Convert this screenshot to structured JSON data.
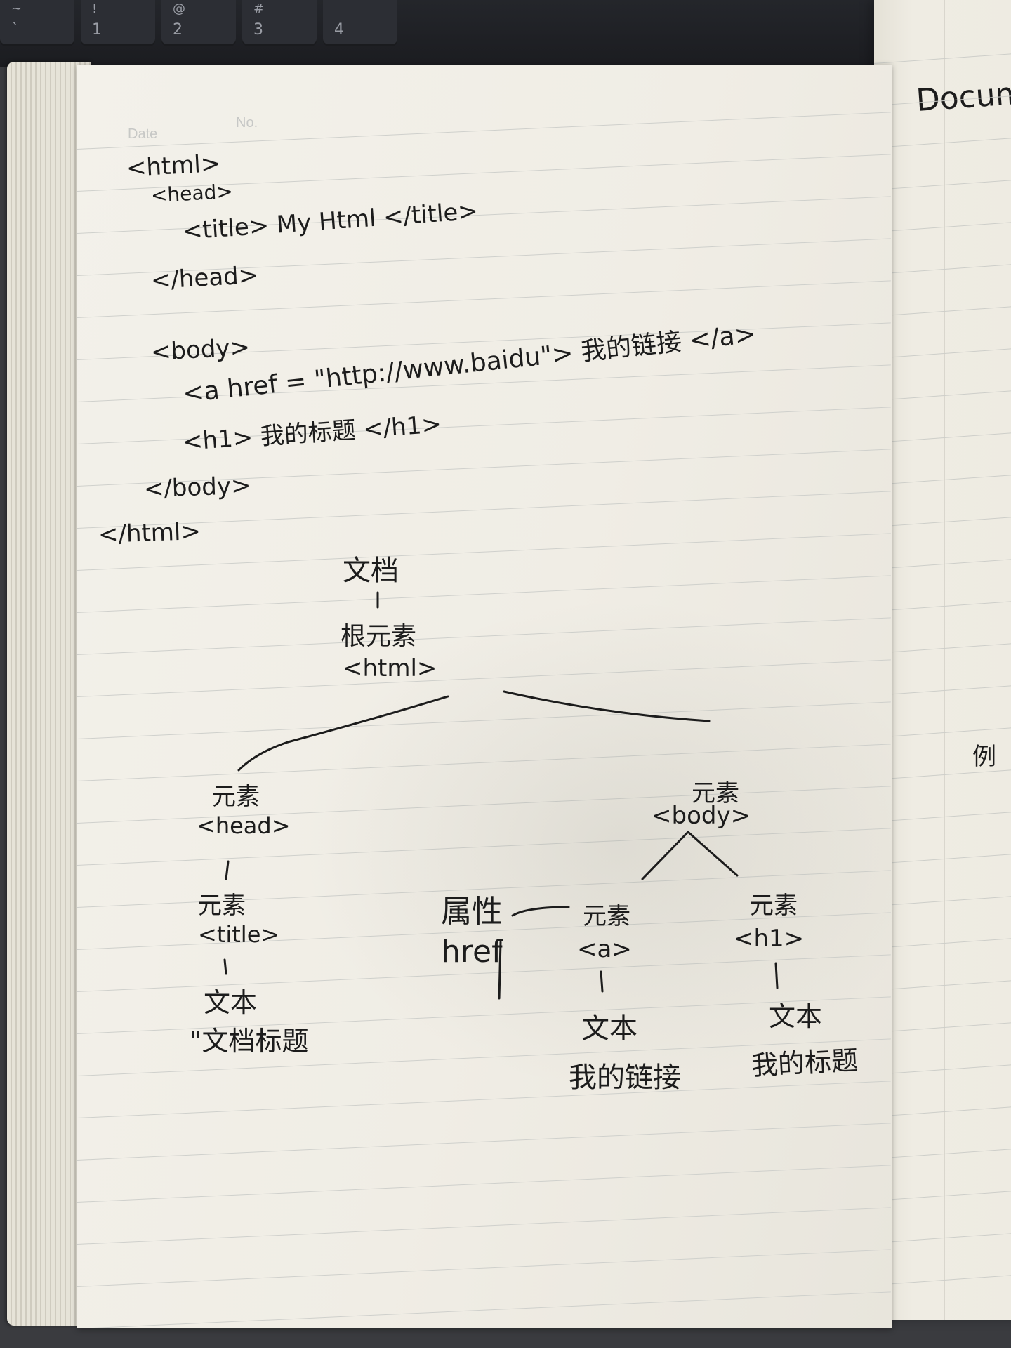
{
  "keyboard": {
    "keys": [
      {
        "symbol": "~",
        "number": "`"
      },
      {
        "symbol": "!",
        "number": "1"
      },
      {
        "symbol": "@",
        "number": "2"
      },
      {
        "symbol": "#",
        "number": "3"
      },
      {
        "symbol": "",
        "number": "4"
      }
    ]
  },
  "notebook": {
    "header": {
      "date_label": "Date",
      "no_label": "No."
    },
    "code_lines": [
      "<html>",
      "<head>",
      "<title> My Html </title>",
      "</head>",
      "<body>",
      "<a href = \"http://www.baidu\"> 我的链接 </a>",
      "<h1> 我的标题 </h1>",
      "</body>",
      "</html>"
    ],
    "tree": {
      "root_doc": "文档",
      "root_element": "根元素",
      "root_tag": "<html>",
      "head_element": "元素",
      "head_tag": "<head>",
      "title_element": "元素",
      "title_tag": "<title>",
      "title_text_label": "文本",
      "title_text_value": "\"文档标题",
      "body_element": "元素",
      "body_tag": "<body>",
      "attr_label": "属性",
      "attr_name": "href",
      "a_element": "元素",
      "a_tag": "<a>",
      "a_text_label": "文本",
      "a_text_value": "我的链接",
      "h1_element": "元素",
      "h1_tag": "<h1>",
      "h1_text_label": "文本",
      "h1_text_value": "我的标题"
    }
  },
  "right_page": {
    "heading": "Docume",
    "fragment": "例"
  }
}
